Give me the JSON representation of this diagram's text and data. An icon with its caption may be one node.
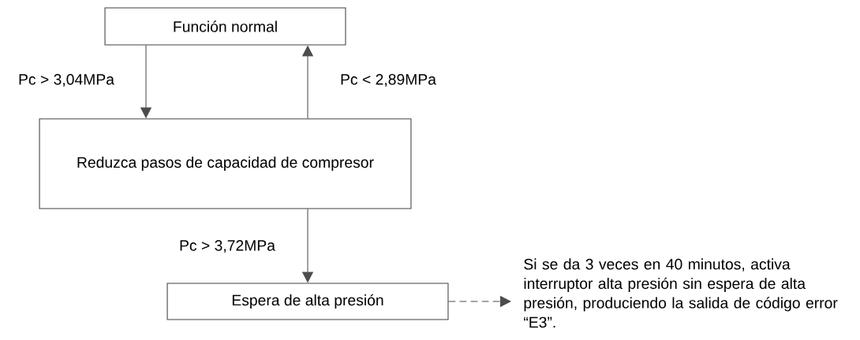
{
  "diagram": {
    "nodes": [
      {
        "text": [
          "Función normal"
        ]
      },
      {
        "text": [
          "Reduzca pasos de capacidad de compresor"
        ]
      },
      {
        "text": [
          "Espera de alta presión"
        ]
      },
      {
        "text": [
          "Si se da 3 veces en 40 minutos, activa interruptor alta presión sin espera de alta presión, produciendo la salida de código error “E3”."
        ]
      }
    ],
    "edges": [
      {
        "from": 0,
        "to": 1,
        "arrow": "to",
        "label": "Pc > 3,04MPa"
      },
      {
        "from": 1,
        "to": 0,
        "arrow": "to",
        "label": "Pc < 2,89MPa"
      },
      {
        "from": 1,
        "to": 2,
        "arrow": "to",
        "label": "Pc > 3,72MPa"
      },
      {
        "from": 2,
        "to": 3,
        "arrow": "to",
        "style": "dashed"
      }
    ]
  }
}
